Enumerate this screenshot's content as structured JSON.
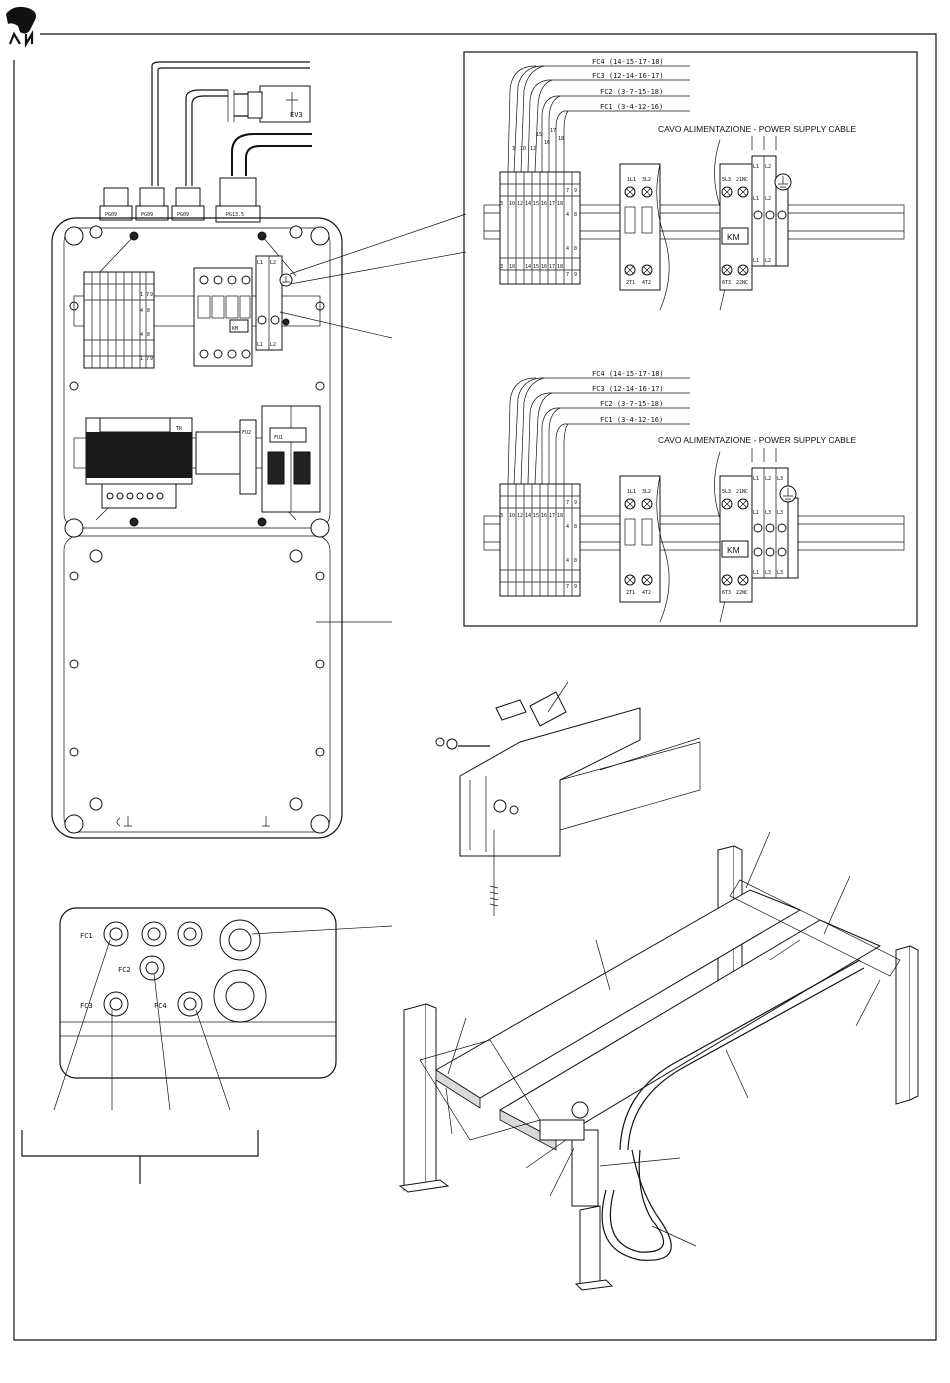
{
  "detail_top": {
    "wires": [
      "FC4 (14-15-17-18)",
      "FC3 (12-14-16-17)",
      "FC2 (3-7-15-18)",
      "FC1 (3-4-12-16)"
    ],
    "cable_caption": "CAVO ALIMENTAZIONE - POWER SUPPLY CABLE",
    "terminal_numbers": [
      "3",
      "10",
      "12",
      "14",
      "15",
      "16",
      "17",
      "18"
    ],
    "supply_terminals": [
      "L1",
      "L2"
    ],
    "contactor": "KM"
  },
  "detail_bottom": {
    "wires": [
      "FC4 (14-15-17-18)",
      "FC3 (12-14-16-17)",
      "FC2 (3-7-15-18)",
      "FC1 (3-4-12-16)"
    ],
    "cable_caption": "CAVO ALIMENTAZIONE - POWER SUPPLY CABLE",
    "terminal_numbers": [
      "3",
      "10",
      "12",
      "14",
      "15",
      "16",
      "17",
      "18"
    ],
    "supply_terminals": [
      "L1",
      "L2",
      "L3"
    ],
    "contactor": "KM"
  },
  "panel": {
    "valve": "EV3",
    "transformer": "TR",
    "fuse_main": "FU1",
    "fuse_aux": "FU2",
    "contactor": "KM",
    "supply_terminals": [
      "L1",
      "L2"
    ],
    "terminal_strip": [
      "1",
      "7",
      "9",
      "4",
      "8"
    ]
  },
  "gland_box": {
    "labels": [
      "FC1",
      "FC2",
      "FC3",
      "FC4"
    ]
  }
}
